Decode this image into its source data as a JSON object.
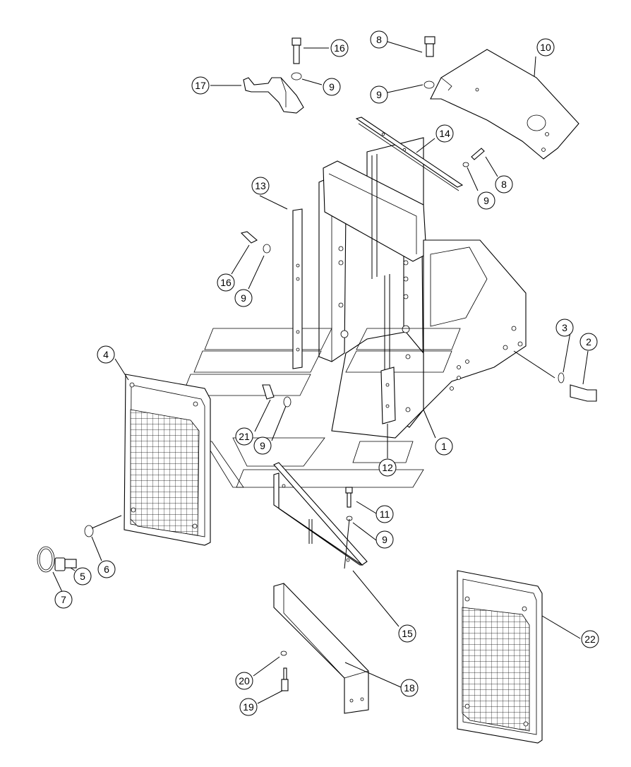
{
  "diagram": {
    "callouts": [
      {
        "id": "c1",
        "label": "1"
      },
      {
        "id": "c2",
        "label": "2"
      },
      {
        "id": "c3",
        "label": "3"
      },
      {
        "id": "c4",
        "label": "4"
      },
      {
        "id": "c5",
        "label": "5"
      },
      {
        "id": "c6",
        "label": "6"
      },
      {
        "id": "c7",
        "label": "7"
      },
      {
        "id": "c8a",
        "label": "8"
      },
      {
        "id": "c8b",
        "label": "8"
      },
      {
        "id": "c9a",
        "label": "9"
      },
      {
        "id": "c9b",
        "label": "9"
      },
      {
        "id": "c9c",
        "label": "9"
      },
      {
        "id": "c9d",
        "label": "9"
      },
      {
        "id": "c9e",
        "label": "9"
      },
      {
        "id": "c9f",
        "label": "9"
      },
      {
        "id": "c10",
        "label": "10"
      },
      {
        "id": "c11",
        "label": "11"
      },
      {
        "id": "c12",
        "label": "12"
      },
      {
        "id": "c13",
        "label": "13"
      },
      {
        "id": "c14",
        "label": "14"
      },
      {
        "id": "c15",
        "label": "15"
      },
      {
        "id": "c16a",
        "label": "16"
      },
      {
        "id": "c16b",
        "label": "16"
      },
      {
        "id": "c17",
        "label": "17"
      },
      {
        "id": "c18",
        "label": "18"
      },
      {
        "id": "c19",
        "label": "19"
      },
      {
        "id": "c20",
        "label": "20"
      },
      {
        "id": "c21",
        "label": "21"
      },
      {
        "id": "c22",
        "label": "22"
      }
    ]
  }
}
